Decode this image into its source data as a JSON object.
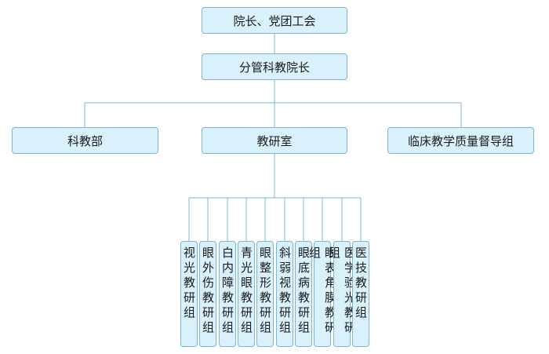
{
  "org_chart": {
    "top": "院长、党团工会",
    "second": "分管科教院长",
    "departments": [
      "科教部",
      "教研室",
      "临床教学质量督导组"
    ],
    "groups": [
      "视光教研组",
      "眼外伤教研组",
      "白内障教研组",
      "青光眼教研组",
      "眼整形教研组",
      "斜弱视教研组",
      "眼底病教研组",
      "眼表角膜教研组",
      "医学验光教研组",
      "医技教研组"
    ]
  }
}
